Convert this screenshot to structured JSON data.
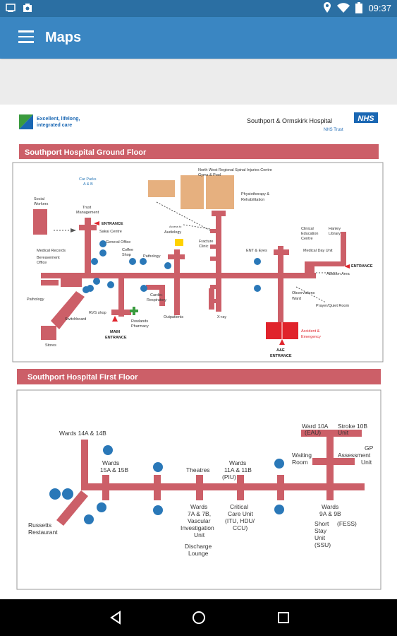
{
  "status_bar": {
    "time": "09:37"
  },
  "app_bar": {
    "title": "Maps"
  },
  "logo": {
    "line1": "Excellent, lifelong,",
    "line2": "integrated care"
  },
  "hospital": {
    "name": "Southport & Ormskirk Hospital",
    "badge": "NHS",
    "trust": "NHS Trust"
  },
  "ground_floor": {
    "title": "Southport Hospital Ground Floor",
    "labels": {
      "nw_spinal": "North West Regional Spinal Injuries Centre",
      "gyms_pool": "Gyms & Pool",
      "car_parks_1": "Car Parks",
      "car_parks_2": "A & B",
      "physio_1": "Physiotherapy &",
      "physio_2": "Rehabilitation",
      "social_1": "Social",
      "social_2": "Workers",
      "trust_mgmt_1": "Trust",
      "trust_mgmt_2": "Management",
      "entrance_top": "ENTRANCE",
      "sakura": "Sakai Centre",
      "general_office": "General Office",
      "coffee_1": "Coffee",
      "coffee_2": "Shop",
      "audiology_1": "Access to",
      "audiology_2": "Audiology",
      "fracture_1": "Fracture",
      "fracture_2": "Clinic",
      "clinical_ed_1": "Clinical",
      "clinical_ed_2": "Education",
      "clinical_ed_3": "Centre",
      "hanley_1": "Hanley",
      "hanley_2": "Library",
      "ent_eyes": "ENT & Eyes",
      "medical_day": "Medical Day Unit",
      "entrance_right": "ENTRANCE",
      "ablution": "Ablution Area",
      "medical_records": "Medical Records",
      "bereavement_1": "Bereavement",
      "bereavement_2": "Office",
      "pathology_left": "Pathology",
      "pathology_mid": "Pathology",
      "cardio_1": "Cardio-",
      "cardio_2": "Respiratory",
      "observations_1": "Observations",
      "observations_2": "Ward",
      "prayer": "Prayer/Quiet Room",
      "wrvs": "RVS shop",
      "rowlands_1": "Rowlands",
      "rowlands_2": "Pharmacy",
      "switchboard": "Switchboard",
      "outpatients": "Outpatients",
      "xray": "X-ray",
      "ae_1": "Accident &",
      "ae_2": "Emergency",
      "stores": "Stores",
      "main_entrance_1": "MAIN",
      "main_entrance_2": "ENTRANCE",
      "ae_entrance_1": "A&E",
      "ae_entrance_2": "ENTRANCE"
    }
  },
  "first_floor": {
    "title": "Southport Hospital First Floor",
    "labels": {
      "wards_14": "Wards 14A & 14B",
      "wards_15_1": "Wards",
      "wards_15_2": "15A & 15B",
      "theatres": "Theatres",
      "wards_11_1": "Wards",
      "wards_11_2": "11A & 11B",
      "wards_11_3": "(PIU)",
      "waiting_1": "Waiting",
      "waiting_2": "Room",
      "ward_10a_1": "Ward 10A",
      "ward_10a_2": "(EAU)",
      "stroke_1": "Stroke 10B",
      "stroke_2": "Unit",
      "gp_1": "GP",
      "gp_2": "Assessment",
      "gp_3": "Unit",
      "russetts_1": "Russetts",
      "russetts_2": "Restaurant",
      "wards_7_1": "Wards",
      "wards_7_2": "7A & 7B,",
      "wards_7_3": "Vascular",
      "wards_7_4": "Investigation",
      "wards_7_5": "Unit",
      "discharge_1": "Discharge",
      "discharge_2": "Lounge",
      "critical_1": "Critical",
      "critical_2": "Care Unit",
      "critical_3": "(ITU, HDU/",
      "critical_4": "CCU)",
      "wards_9_1": "Wards",
      "wards_9_2": "9A & 9B",
      "short_stay_1": "Short",
      "short_stay_2": "Stay",
      "short_stay_3": "Unit",
      "short_stay_4": "(SSU)",
      "fess": "(FESS)"
    }
  },
  "colors": {
    "status_bar": "#2b6fa3",
    "app_bar": "#3a86c2",
    "corridor": "#cc5f68",
    "header_band": "#cc5f68",
    "tan_block": "#e6b07f",
    "ae_red": "#e0232b",
    "icon_blue": "#2a78b8",
    "nhs_blue": "#1a67b3"
  },
  "icons": [
    "notification-icon",
    "photo-icon",
    "location-icon",
    "wifi-icon",
    "battery-icon",
    "menu-icon",
    "back-icon",
    "home-icon",
    "recents-icon",
    "lift-icon",
    "toilet-icon",
    "cafe-icon",
    "accessible-icon",
    "info-icon",
    "pharmacy-cross-icon"
  ]
}
